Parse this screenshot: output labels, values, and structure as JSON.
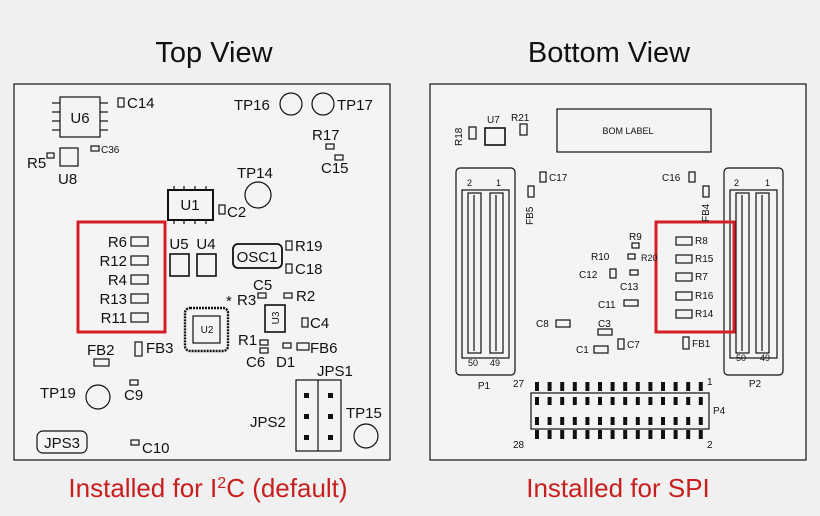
{
  "titles": {
    "top": "Top View",
    "bottom": "Bottom View"
  },
  "captions": {
    "top_prefix": "Installed for I",
    "top_sup": "2",
    "top_suffix": "C (default)",
    "bottom": "Installed for SPI"
  },
  "colors": {
    "highlight": "#d21f26",
    "caption": "#c81e1e",
    "board_bg": "#f0f0f0",
    "line": "#111111"
  },
  "top": {
    "u6": "U6",
    "c14": "C14",
    "tp16": "TP16",
    "tp17": "TP17",
    "r17": "R17",
    "c15": "C15",
    "r5": "R5",
    "c36": "C36",
    "u8": "U8",
    "tp14": "TP14",
    "u1": "U1",
    "c2": "C2",
    "r6": "R6",
    "r12": "R12",
    "r4": "R4",
    "r13": "R13",
    "r11": "R11",
    "u5": "U5",
    "u4": "U4",
    "osc1": "OSC1",
    "r19": "R19",
    "c18": "C18",
    "c5": "C5",
    "star": "*",
    "r3": "R3",
    "r2": "R2",
    "u2": "U2",
    "u3": "U3",
    "c4": "C4",
    "r1": "R1",
    "c6": "C6",
    "d1": "D1",
    "fb2": "FB2",
    "fb3": "FB3",
    "fb6": "FB6",
    "jps1": "JPS1",
    "tp19": "TP19",
    "c9": "C9",
    "jps2": "JPS2",
    "tp15": "TP15",
    "jps3": "JPS3",
    "c10": "C10"
  },
  "bottom": {
    "r18": "R18",
    "u7": "U7",
    "r21": "R21",
    "bom_label": "BOM LABEL",
    "p1_2": "2",
    "p1_1": "1",
    "c17": "C17",
    "fb5": "FB5",
    "c16": "C16",
    "fb4": "FB4",
    "p2_2": "2",
    "p2_1": "1",
    "r9": "R9",
    "r10": "R10",
    "r20": "R20",
    "c12": "C12",
    "c13": "C13",
    "r8": "R8",
    "r15": "R15",
    "r7": "R7",
    "r16": "R16",
    "r14": "R14",
    "c11": "C11",
    "c8": "C8",
    "c3": "C3",
    "c1": "C1",
    "c7": "C7",
    "fb1": "FB1",
    "p1_50": "50",
    "p1_49": "49",
    "p1": "P1",
    "p2_50": "50",
    "p2_49": "49",
    "p2": "P2",
    "p4_27": "27",
    "p4_1": "1",
    "p4": "P4",
    "p4_28": "28",
    "p4_2": "2"
  }
}
